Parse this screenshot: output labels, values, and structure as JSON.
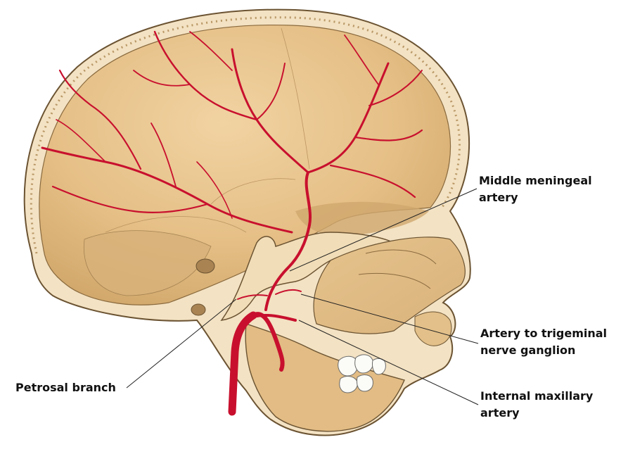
{
  "labels": {
    "middle_meningeal": [
      "Middle meningeal",
      "artery"
    ],
    "trigeminal": [
      "Artery to trigeminal",
      "nerve ganglion"
    ],
    "petrosal": "Petrosal branch",
    "internal_maxillary": [
      "Internal maxillary",
      "artery"
    ]
  },
  "colors": {
    "bone": "#E9C792",
    "bone_dark": "#D5AE74",
    "bone_light": "#F2D9AE",
    "cortex": "#F3E2C3",
    "outline": "#6B5332",
    "artery": "#C8102E",
    "tooth": "#FBFBF7",
    "leader": "#222222"
  }
}
